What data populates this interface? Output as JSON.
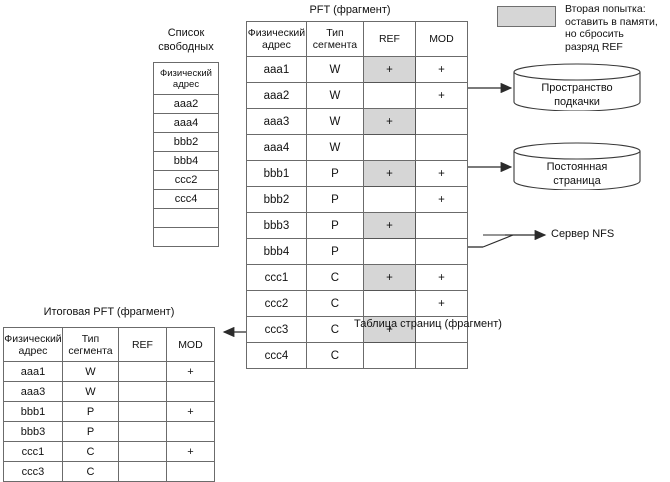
{
  "titles": {
    "pft": "PFT (фрагмент)",
    "free_list_line1": "Список",
    "free_list_line2": "свободных",
    "result_pft": "Итоговая PFT (фрагмент)",
    "page_table_caption": "Таблица страниц (фрагмент)"
  },
  "legend": {
    "swatch_color": "#d6d6d6",
    "line1": "Вторая попытка:",
    "line2": "оставить в памяти,",
    "line3": "но сбросить",
    "line4": "разряд REF"
  },
  "pft": {
    "headers": [
      "Физический адрес",
      "Тип сегмента",
      "REF",
      "MOD"
    ],
    "header_parts": [
      [
        "Физический",
        "адрес"
      ],
      [
        "Тип",
        "сегмента"
      ],
      [
        "REF",
        ""
      ],
      [
        "MOD",
        ""
      ]
    ],
    "rows": [
      {
        "addr": "aaa1",
        "seg": "W",
        "ref": "+",
        "mod": "+",
        "ref_highlight": true
      },
      {
        "addr": "aaa2",
        "seg": "W",
        "ref": "",
        "mod": "+",
        "ref_highlight": false
      },
      {
        "addr": "aaa3",
        "seg": "W",
        "ref": "+",
        "mod": "",
        "ref_highlight": true
      },
      {
        "addr": "aaa4",
        "seg": "W",
        "ref": "",
        "mod": "",
        "ref_highlight": false
      },
      {
        "addr": "bbb1",
        "seg": "P",
        "ref": "+",
        "mod": "+",
        "ref_highlight": true
      },
      {
        "addr": "bbb2",
        "seg": "P",
        "ref": "",
        "mod": "+",
        "ref_highlight": false
      },
      {
        "addr": "bbb3",
        "seg": "P",
        "ref": "+",
        "mod": "",
        "ref_highlight": true
      },
      {
        "addr": "bbb4",
        "seg": "P",
        "ref": "",
        "mod": "",
        "ref_highlight": false
      },
      {
        "addr": "ccc1",
        "seg": "C",
        "ref": "+",
        "mod": "+",
        "ref_highlight": true
      },
      {
        "addr": "ccc2",
        "seg": "C",
        "ref": "",
        "mod": "+",
        "ref_highlight": false
      },
      {
        "addr": "ccc3",
        "seg": "C",
        "ref": "+",
        "mod": "",
        "ref_highlight": true
      },
      {
        "addr": "ccc4",
        "seg": "C",
        "ref": "",
        "mod": "",
        "ref_highlight": false
      }
    ]
  },
  "free_list": {
    "header_parts": [
      "Физический",
      "адрес"
    ],
    "rows": [
      "aaa2",
      "aaa4",
      "bbb2",
      "bbb4",
      "ccc2",
      "ccc4",
      "",
      ""
    ]
  },
  "result_pft": {
    "headers": [
      "Физический адрес",
      "Тип сегмента",
      "REF",
      "MOD"
    ],
    "header_parts": [
      [
        "Физический",
        "адрес"
      ],
      [
        "Тип",
        "сегмента"
      ],
      [
        "REF",
        ""
      ],
      [
        "MOD",
        ""
      ]
    ],
    "rows": [
      {
        "addr": "aaa1",
        "seg": "W",
        "ref": "",
        "mod": "+"
      },
      {
        "addr": "aaa3",
        "seg": "W",
        "ref": "",
        "mod": ""
      },
      {
        "addr": "bbb1",
        "seg": "P",
        "ref": "",
        "mod": "+"
      },
      {
        "addr": "bbb3",
        "seg": "P",
        "ref": "",
        "mod": ""
      },
      {
        "addr": "ccc1",
        "seg": "C",
        "ref": "",
        "mod": "+"
      },
      {
        "addr": "ccc3",
        "seg": "C",
        "ref": "",
        "mod": ""
      }
    ]
  },
  "destinations": {
    "swap_line1": "Пространство",
    "swap_line2": "подкачки",
    "permanent_line1": "Постоянная",
    "permanent_line2": "страница",
    "nfs": "Сервер NFS"
  }
}
